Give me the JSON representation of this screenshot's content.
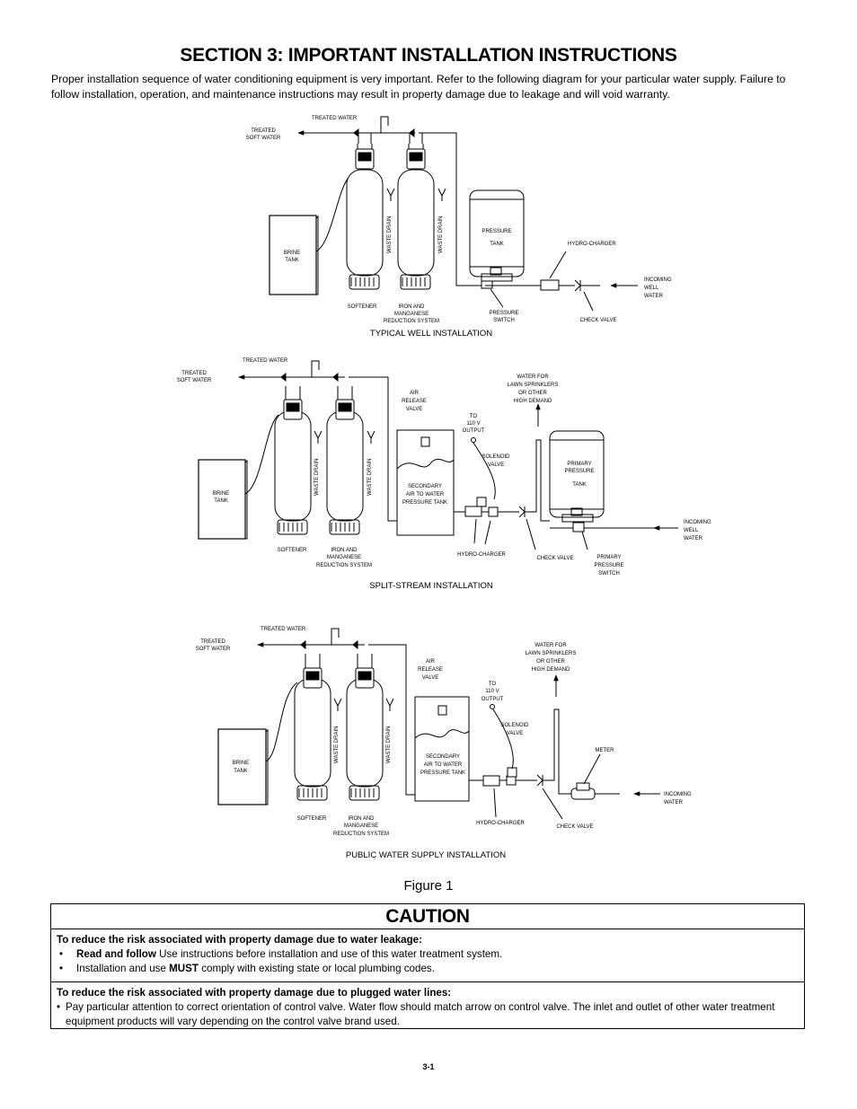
{
  "header": {
    "title": "SECTION 3: IMPORTANT INSTALLATION INSTRUCTIONS",
    "intro": "Proper installation sequence of water conditioning equipment is very important.  Refer to the following diagram for your particular water supply. Failure to follow installation, operation, and maintenance instructions may result in property damage due to leakage and will void warranty."
  },
  "diagram1": {
    "caption": "TYPICAL WELL INSTALLATION",
    "treated_water": "TREATED WATER",
    "treated_soft_1": "TREATED",
    "treated_soft_2": "SOFT WATER",
    "brine_1": "BRINE",
    "brine_2": "TANK",
    "waste_drain": "WASTE DRAIN",
    "softener": "SOFTENER",
    "iron_1": "IRON AND",
    "iron_2": "MANGANESE",
    "iron_3": "REDUCTION SYSTEM",
    "pressure": "PRESSURE",
    "tank": "TANK",
    "hydro_charger": "HYDRO-CHARGER",
    "incoming_1": "INCOMING",
    "incoming_2": "WELL",
    "incoming_3": "WATER",
    "pressure_switch_1": "PRESSURE",
    "pressure_switch_2": "SWITCH",
    "check_valve": "CHECK VALVE"
  },
  "diagram2": {
    "caption": "SPLIT-STREAM INSTALLATION",
    "treated_water": "TREATED WATER",
    "treated_soft_1": "TREATED",
    "treated_soft_2": "SOFT WATER",
    "brine_1": "BRINE",
    "brine_2": "TANK",
    "waste_drain": "WASTE DRAIN",
    "softener": "SOFTENER",
    "iron_1": "IRON AND",
    "iron_2": "MANGANESE",
    "iron_3": "REDUCTION SYSTEM",
    "air_1": "AIR",
    "air_2": "RELEASE",
    "air_3": "VALVE",
    "to_1": "TO",
    "to_2": "110 V",
    "to_3": "OUTPUT",
    "solenoid_1": "SOLENOID",
    "solenoid_2": "VALVE",
    "secondary_1": "SECONDARY",
    "secondary_2": "AIR TO WATER",
    "secondary_3": "PRESSURE TANK",
    "lawn_1": "WATER FOR",
    "lawn_2": "LAWN SPRINKLERS",
    "lawn_3": "OR OTHER",
    "lawn_4": "HIGH DEMAND",
    "primary_1": "PRIMARY",
    "primary_2": "PRESSURE",
    "tank": "TANK",
    "hydro_charger": "HYDRO-CHARGER",
    "check_valve": "CHECK VALVE",
    "ps_1": "PRIMARY",
    "ps_2": "PRESSURE",
    "ps_3": "SWITCH",
    "incoming_1": "INCOMING",
    "incoming_2": "WELL",
    "incoming_3": "WATER"
  },
  "diagram3": {
    "caption": "PUBLIC WATER SUPPLY INSTALLATION",
    "treated_water": "TREATED WATER",
    "treated_soft_1": "TREATED",
    "treated_soft_2": "SOFT WATER",
    "brine_1": "BRINE",
    "brine_2": "TANK",
    "waste_drain": "WASTE DRAIN",
    "softener": "SOFTENER",
    "iron_1": "IRON AND",
    "iron_2": "MANGANESE",
    "iron_3": "REDUCTION SYSTEM",
    "air_1": "AIR",
    "air_2": "RELEASE",
    "air_3": "VALVE",
    "to_1": "TO",
    "to_2": "110 V",
    "to_3": "OUTPUT",
    "solenoid_1": "SOLENOID",
    "solenoid_2": "VALVE",
    "secondary_1": "SECONDARY",
    "secondary_2": "AIR TO WATER",
    "secondary_3": "PRESSURE TANK",
    "lawn_1": "WATER FOR",
    "lawn_2": "LAWN SPRINKLERS",
    "lawn_3": "OR OTHER",
    "lawn_4": "HIGH DEMAND",
    "meter": "METER",
    "hydro_charger": "HYDRO-CHARGER",
    "check_valve": "CHECK VALVE",
    "incoming_1": "INCOMING",
    "incoming_2": "WATER"
  },
  "figure_label": "Figure 1",
  "caution": {
    "heading": "CAUTION",
    "section1_title": "To reduce the risk associated with property damage due to water leakage:",
    "bullet1_bold": "Read and follow",
    "bullet1_rest": " Use instructions before installation and use of this water treatment system.",
    "bullet2_pre": "Installation and use ",
    "bullet2_bold": "MUST",
    "bullet2_post": " comply with existing state or local plumbing codes.",
    "section2_title": "To reduce the risk associated with property damage due to plugged water lines:",
    "bullet3": "Pay particular attention to correct orientation of control valve. Water flow should match arrow on control valve. The inlet and outlet of other water treatment equipment products will vary depending on the control valve brand used."
  },
  "page_number": "3-1"
}
